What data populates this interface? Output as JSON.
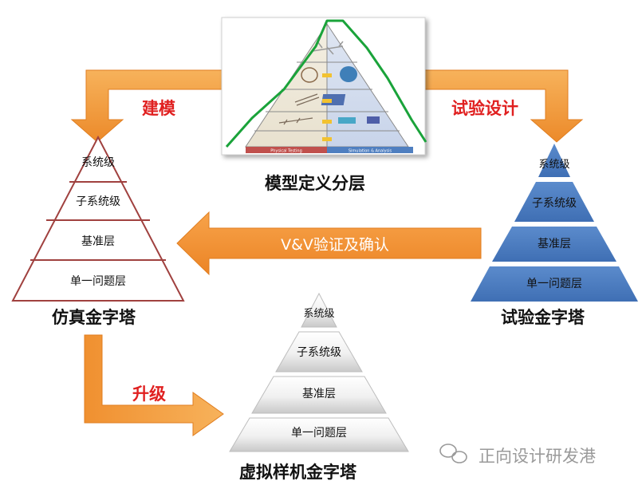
{
  "model_definition": {
    "caption": "模型定义分层",
    "physical_testing": "Physical Testing",
    "simulation_analysis": "Simulation & Analysis"
  },
  "simulation_pyramid": {
    "caption": "仿真金字塔",
    "levels": [
      "系统级",
      "子系统级",
      "基准层",
      "单一问题层"
    ]
  },
  "test_pyramid": {
    "caption": "试验金字塔",
    "levels": [
      "系统级",
      "子系统级",
      "基准层",
      "单一问题层"
    ]
  },
  "virtual_prototype_pyramid": {
    "caption": "虚拟样机金字塔",
    "levels": [
      "系统级",
      "子系统级",
      "基准层",
      "单一问题层"
    ]
  },
  "arrows": {
    "modeling": "建模",
    "test_design": "试验设计",
    "vv": "V&V验证及确认",
    "upgrade": "升级"
  },
  "watermark": "正向设计研发港",
  "colors": {
    "arrow_orange": "#f39a3a",
    "sim_outline": "#a0413f",
    "test_blue": "#4f7fc0",
    "label_red": "#e02020",
    "curve_green": "#1aa33a"
  }
}
